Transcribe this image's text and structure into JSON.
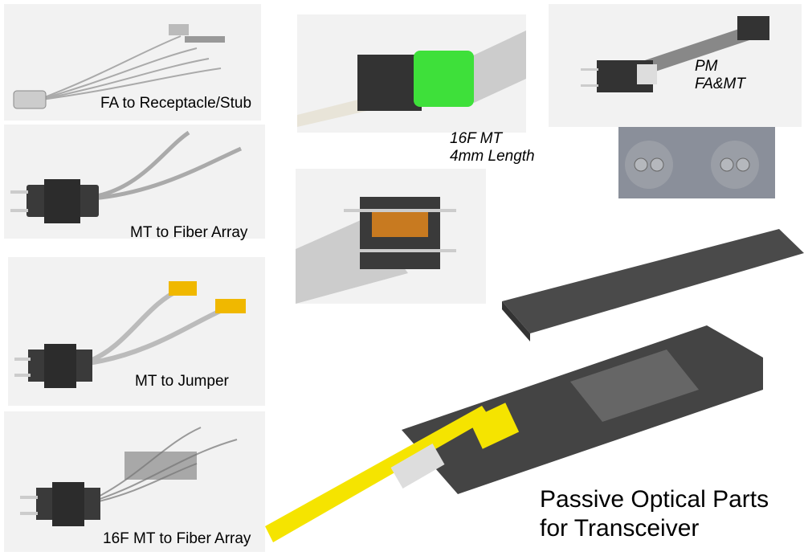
{
  "labels": {
    "fa_receptacle": "FA to Receptacle/Stub",
    "mt_fiber_array": "MT to Fiber Array",
    "mt_jumper": "MT to Jumper",
    "mt16_fiber_array": "16F MT to Fiber Array",
    "mt16_line1": "16F MT",
    "mt16_line2": "4mm Length",
    "pm_line1": "PM",
    "pm_line2": "FA&MT"
  },
  "title": {
    "line1": "Passive Optical Parts",
    "line2": "for Transceiver"
  },
  "colors": {
    "yellow": "#f5e400",
    "green": "#3ee03a",
    "dark": "#333333"
  }
}
